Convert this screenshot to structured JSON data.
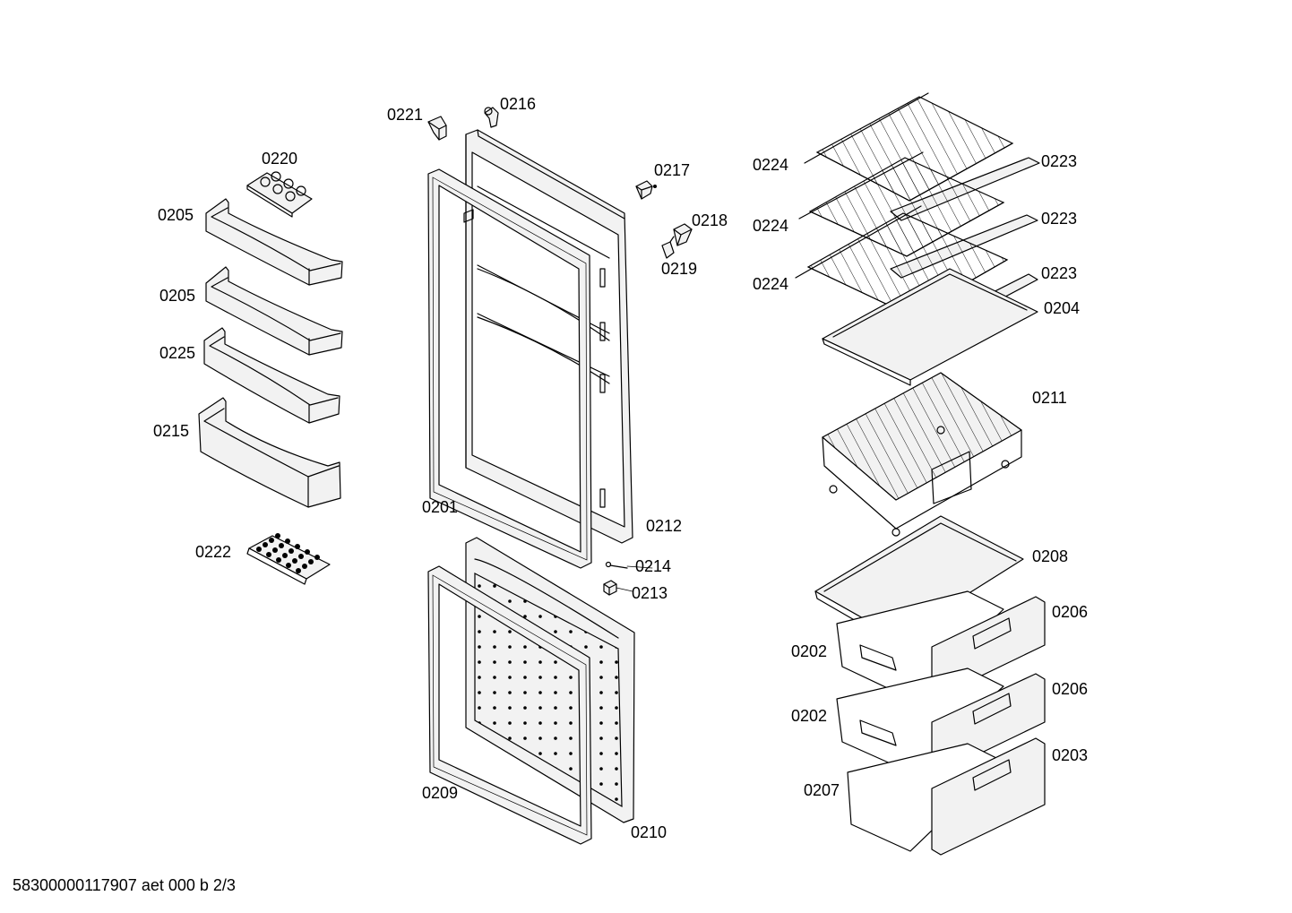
{
  "footer": "58300000117907 aet 000 b 2/3",
  "labels": {
    "p0221": "0221",
    "p0216": "0216",
    "p0220": "0220",
    "p0205a": "0205",
    "p0205b": "0205",
    "p0225": "0225",
    "p0215": "0215",
    "p0222": "0222",
    "p0217": "0217",
    "p0218": "0218",
    "p0219": "0219",
    "p0201": "0201",
    "p0212": "0212",
    "p0214": "0214",
    "p0213": "0213",
    "p0209": "0209",
    "p0210": "0210",
    "p0224a": "0224",
    "p0224b": "0224",
    "p0224c": "0224",
    "p0223a": "0223",
    "p0223b": "0223",
    "p0223c": "0223",
    "p0204": "0204",
    "p0211": "0211",
    "p0208": "0208",
    "p0206a": "0206",
    "p0206b": "0206",
    "p0202a": "0202",
    "p0202b": "0202",
    "p0203": "0203",
    "p0207": "0207"
  }
}
